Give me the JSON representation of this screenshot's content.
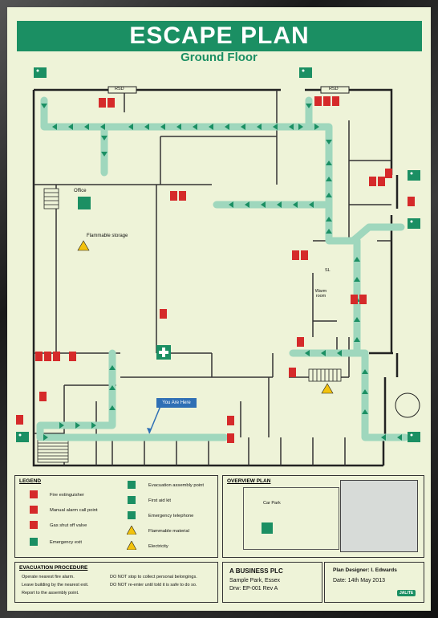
{
  "header": {
    "title": "ESCAPE PLAN",
    "subtitle": "Ground Floor"
  },
  "plan_labels": {
    "rsd_left": "RSD",
    "rsd_right": "RSD",
    "office": "Office",
    "flammable_storage": "Flammable storage",
    "sl": "SL",
    "warm_room": "Warm room",
    "you_are_here": "You Are Here"
  },
  "legend": {
    "title": "LEGEND",
    "items_left": [
      "Fire extinguisher",
      "Manual alarm call point",
      "Gas shut off valve",
      "Emergency exit"
    ],
    "items_right": [
      "Evacuation assembly point",
      "First aid kit",
      "Emergency telephone",
      "Flammable material",
      "Electricity"
    ]
  },
  "overview": {
    "title": "OVERVIEW PLAN",
    "car_park": "Car Park"
  },
  "evacuation": {
    "title": "EVACUATION PROCEDURE",
    "left": [
      "Operate nearest fire alarm.",
      "Leave building by the nearest exit.",
      "Report to the assembly point."
    ],
    "right": [
      "DO NOT stop to collect personal belongings.",
      "DO NOT re-enter until told it is safe to do so."
    ]
  },
  "company": {
    "name": "A BUSINESS PLC",
    "address": "Sample Park, Essex",
    "drawing": "Drw: EP-001 Rev A"
  },
  "designer": {
    "label": "Plan Designer: I. Edwards",
    "date": "Date: 14th May 2013",
    "brand": "JALITE"
  },
  "colors": {
    "green": "#1b8f63",
    "red": "#d52a2a",
    "background": "#eef3d8"
  }
}
